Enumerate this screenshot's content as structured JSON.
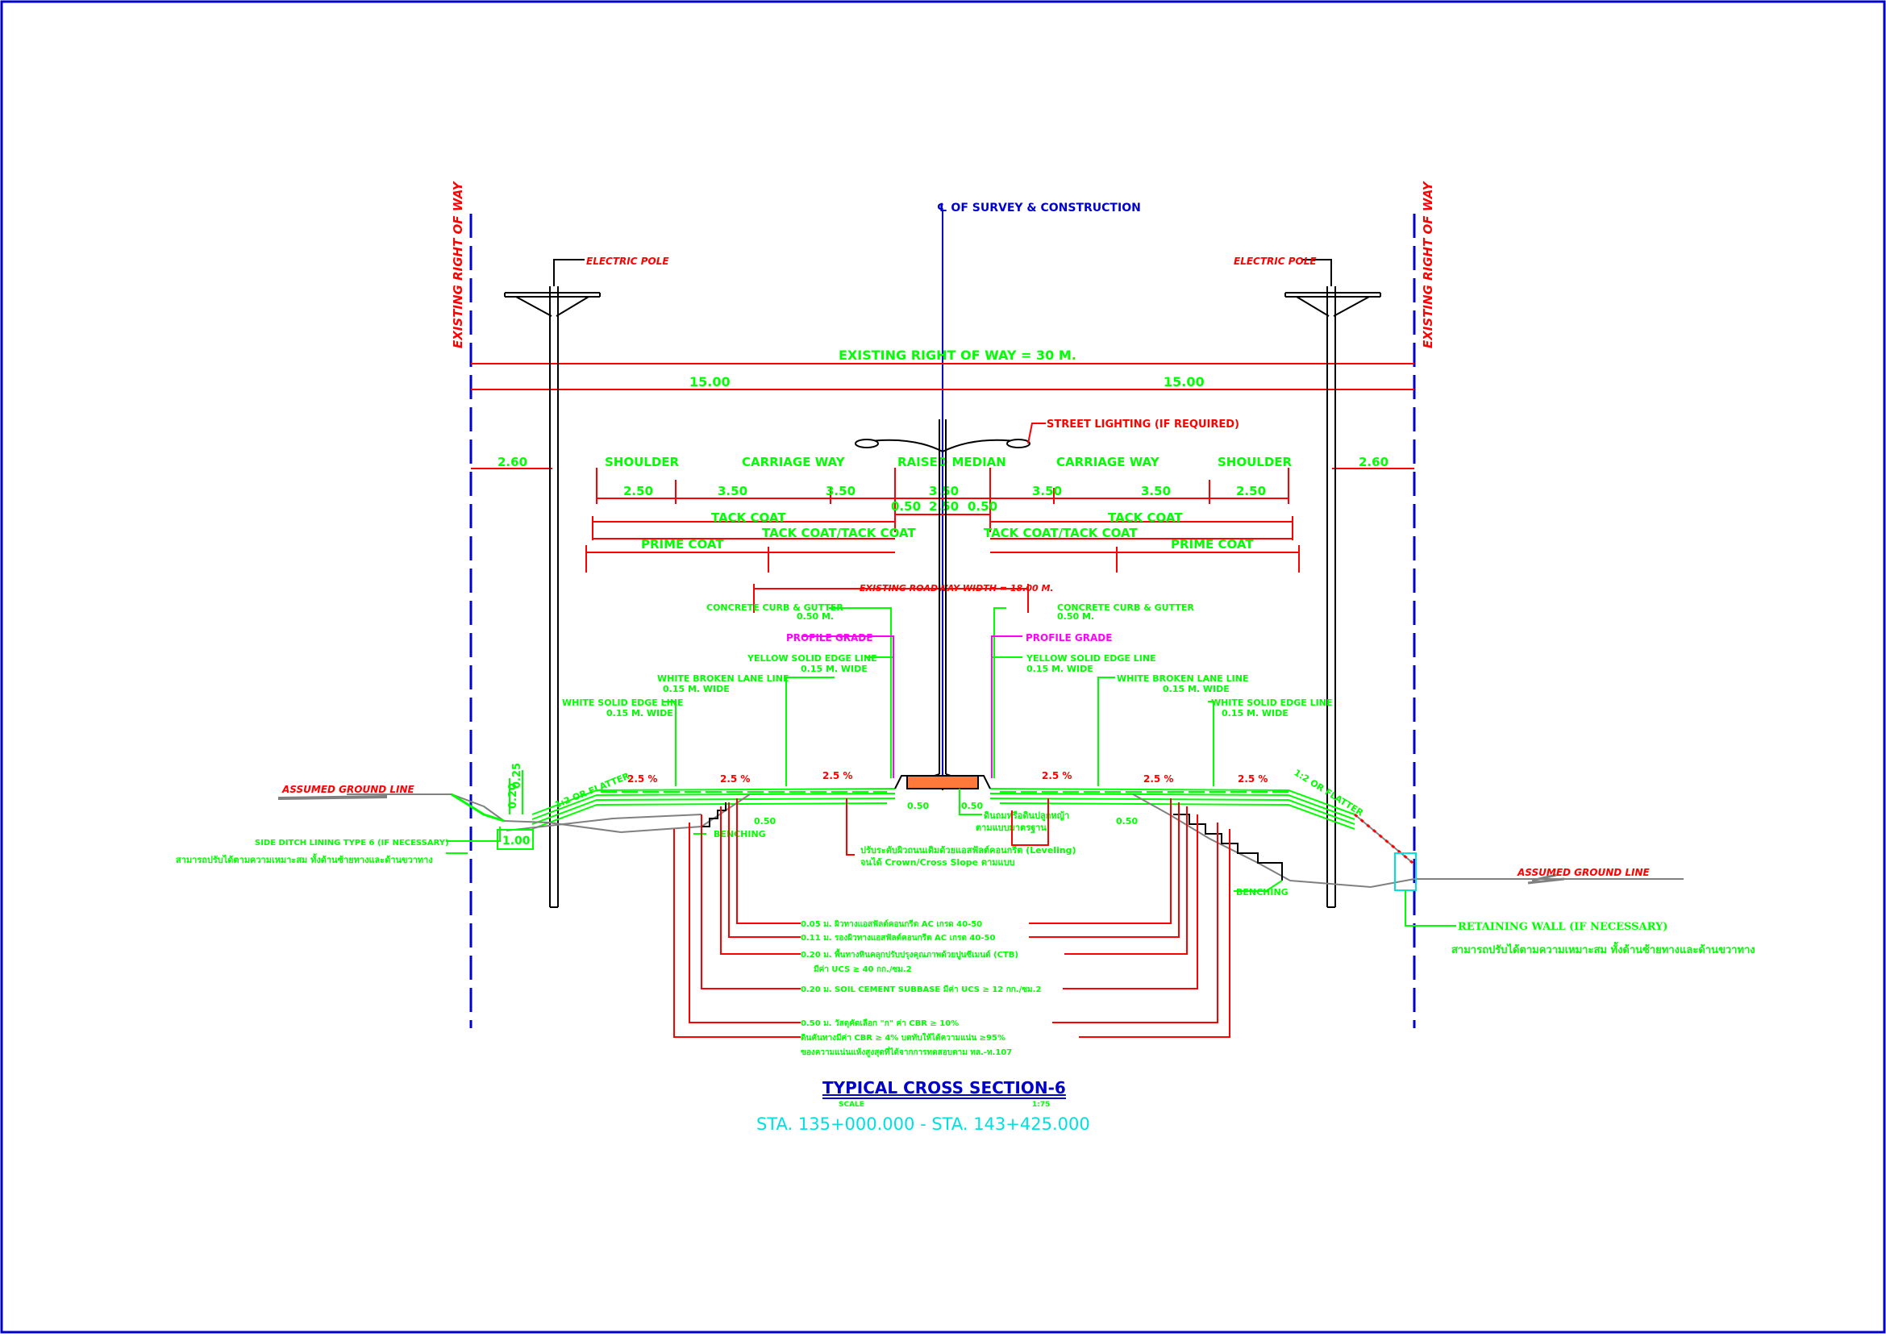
{
  "colors": {
    "border": "#0000cc",
    "dimension": "#ff0000",
    "label": "#00ff00",
    "pavement": "#00ff00",
    "centerline": "#0000cc",
    "grade": "#ff00ff",
    "station": "#00e0e0",
    "pole": "#000000",
    "ground": "#808080"
  },
  "centerline": {
    "label": "℄ OF SURVEY & CONSTRUCTION"
  },
  "row": {
    "left_label": "EXISTING RIGHT OF WAY",
    "right_label": "EXISTING RIGHT OF WAY",
    "total_label": "EXISTING RIGHT OF WAY = 30 M.",
    "half_left": "15.00",
    "half_right": "15.00"
  },
  "poles": {
    "left_label": "ELECTRIC POLE",
    "right_label": "ELECTRIC POLE",
    "left_offset": "2.60",
    "right_offset": "2.60"
  },
  "lighting": {
    "label": "STREET LIGHTING (IF REQUIRED)"
  },
  "lanes": {
    "shoulder_l": "SHOULDER",
    "carriage_l": "CARRIAGE WAY",
    "median": "RAISED MEDIAN",
    "carriage_r": "CARRIAGE WAY",
    "shoulder_r": "SHOULDER",
    "w_shoulder_l": "2.50",
    "w_lane1_l": "3.50",
    "w_lane2_l": "3.50",
    "w_median": "3.50",
    "w_lane2_r": "3.50",
    "w_lane1_r": "3.50",
    "w_shoulder_r": "2.50",
    "curb_l": "0.50",
    "median_inner": "2.50",
    "curb_r": "0.50"
  },
  "coats": {
    "tack_l": "TACK COAT",
    "tack2_l": "TACK COAT/TACK COAT",
    "prime_l": "PRIME COAT",
    "tack_r": "TACK COAT",
    "tack2_r": "TACK COAT/TACK COAT",
    "prime_r": "PRIME COAT"
  },
  "roadway_width": "EXISTING ROADWAY WIDTH = 18.00 M.",
  "curb_gutter": {
    "left": "CONCRETE CURB & GUTTER",
    "left_w": "0.50 M.",
    "right": "CONCRETE CURB & GUTTER",
    "right_w": "0.50 M."
  },
  "profile_grade": {
    "left": "PROFILE GRADE",
    "right": "PROFILE GRADE"
  },
  "markings": {
    "yellow_l": "YELLOW SOLID EDGE LINE",
    "yellow_l_w": "0.15 M. WIDE",
    "yellow_r": "YELLOW SOLID EDGE LINE",
    "yellow_r_w": "0.15 M. WIDE",
    "broken_l": "WHITE BROKEN LANE LINE",
    "broken_l_w": "0.15 M. WIDE",
    "broken_r": "WHITE BROKEN LANE LINE",
    "broken_r_w": "0.15 M. WIDE",
    "solid_l": "WHITE SOLID EDGE LINE",
    "solid_l_w": "0.15 M. WIDE",
    "solid_r": "WHITE SOLID EDGE LINE",
    "solid_r_w": "0.15 M. WIDE"
  },
  "slopes": [
    "2.5 %",
    "2.5 %",
    "2.5 %",
    "2.5 %",
    "2.5 %",
    "2.5 %"
  ],
  "side_slopes": {
    "left": "1:2 OR FLATTER",
    "right": "1:2 OR FLATTER"
  },
  "ground": {
    "left": "ASSUMED GROUND LINE",
    "right": "ASSUMED GROUND LINE"
  },
  "ditch": {
    "dim_h": "0.20",
    "dim_v": "0.25",
    "dim_bottom": "1.00",
    "note": "SIDE DITCH LINING TYPE 6 (IF NECESSARY)",
    "thai_note": "สามารถปรับได้ตามความเหมาะสม ทั้งด้านซ้ายทางและด้านขวาทาง"
  },
  "small_dims": {
    "d1": "0.50",
    "d2": "0.50",
    "d3": "0.50",
    "d4": "0.50"
  },
  "median_fill": {
    "line1": "ดินถมหรือดินปลูกหญ้า",
    "line2": "ตามแบบมาตรฐาน"
  },
  "leveling": {
    "line1": "ปรับระดับผิวถนนเดิมด้วยแอสฟัลต์คอนกรีต (Leveling)",
    "line2": "จนได้ Crown/Cross Slope ตามแบบ"
  },
  "benching": {
    "left": "BENCHING",
    "right": "BENCHING"
  },
  "retaining": {
    "label": "RETAINING WALL  (IF NECESSARY)",
    "thai": "สามารถปรับได้ตามความเหมาะสม ทั้งด้านซ้ายทางและด้านขวาทาง"
  },
  "layers": [
    "0.05 ม. ผิวทางแอสฟัลต์คอนกรีต AC เกรด 40-50",
    "0.11 ม. รองผิวทางแอสฟัลต์คอนกรีต AC เกรด 40-50",
    "0.20 ม. พื้นทางหินคลุกปรับปรุงคุณภาพด้วยปูนซีเมนต์ (CTB)",
    "มีค่า UCS ≥ 40 กก./ซม.2",
    "0.20 ม. SOIL CEMENT SUBBASE มีค่า UCS ≥ 12 กก./ซม.2",
    "0.50 ม. วัสดุคัดเลือก \"ก\" ค่า CBR ≥ 10%",
    "ดินคันทางมีค่า CBR ≥ 4% บดทับให้ได้ความแน่น ≥95%",
    "ของความแน่นแห้งสูงสุดที่ได้จากการทดสอบตาม ทล.-ท.107"
  ],
  "title": {
    "main": "TYPICAL  CROSS  SECTION-6",
    "scale_label": "SCALE",
    "scale_value": "1:75",
    "station": "STA.  135+000.000  -  STA.  143+425.000"
  }
}
